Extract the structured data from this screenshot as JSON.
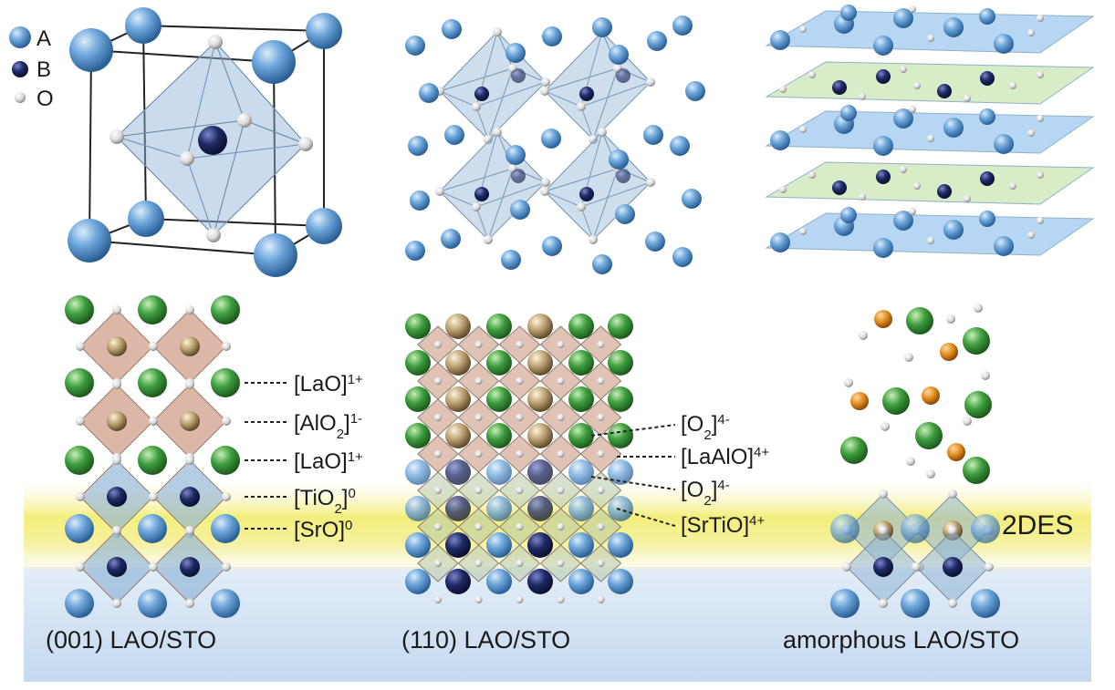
{
  "legend": {
    "items": [
      {
        "symbol": "A",
        "color": "#6fa8dc"
      },
      {
        "symbol": "B",
        "color": "#1f2a66"
      },
      {
        "symbol": "O",
        "color": "#e0e0e0"
      }
    ]
  },
  "panels_bottom": [
    {
      "caption": "(001) LAO/STO"
    },
    {
      "caption": "(110) LAO/STO"
    },
    {
      "caption": "amorphous LAO/STO"
    }
  ],
  "layers_001": [
    {
      "base": "[LaO]",
      "sub": "",
      "sup": "1+"
    },
    {
      "base": "[AlO",
      "sub": "2",
      "after": "]",
      "sup": "1-"
    },
    {
      "base": "[LaO]",
      "sub": "",
      "sup": "1+"
    },
    {
      "base": "[TiO",
      "sub": "2",
      "after": "]",
      "sup": "0"
    },
    {
      "base": "[SrO]",
      "sub": "",
      "sup": "0"
    }
  ],
  "layers_110": [
    {
      "base": "[O",
      "sub": "2",
      "after": "]",
      "sup": "4-"
    },
    {
      "base": "[LaAlO]",
      "sub": "",
      "sup": "4+"
    },
    {
      "base": "[O",
      "sub": "2",
      "after": "]",
      "sup": "4-"
    },
    {
      "base": "[SrTiO]",
      "sub": "",
      "sup": "4+"
    }
  ],
  "interface_label": "2DES",
  "colors": {
    "a_site": "#5b9bd5",
    "b_site": "#1f2a66",
    "oxygen": "#e6e6e6",
    "la": "#3f9e3f",
    "octa_lao": "#c9917a",
    "octa_sto": "#8fb4d6",
    "band_yellow": "#f5f08a",
    "band_blue": "#cfe0f2",
    "orange": "#e08a1e"
  }
}
